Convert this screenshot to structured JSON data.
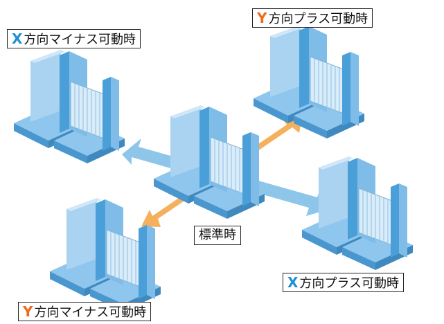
{
  "colors": {
    "x_axis": "#1f8fd6",
    "y_axis": "#ee6a1f",
    "arrow_blue": "#8ec6ea",
    "arrow_orange": "#f5b05e",
    "wall_light": "#a9d3f0",
    "wall_mid": "#7fbde8",
    "wall_dark": "#4b9fd8",
    "slab_top": "#8fc6ee",
    "slab_side": "#4a97cf"
  },
  "labels": {
    "x_minus": {
      "axis": "X",
      "text": "方向マイナス可動時"
    },
    "y_plus": {
      "axis": "Y",
      "text": "方向プラス可動時"
    },
    "center": {
      "text": "標準時"
    },
    "x_plus": {
      "axis": "X",
      "text": "方向プラス可動時"
    },
    "y_minus": {
      "axis": "Y",
      "text": "方向マイナス可動時"
    }
  }
}
